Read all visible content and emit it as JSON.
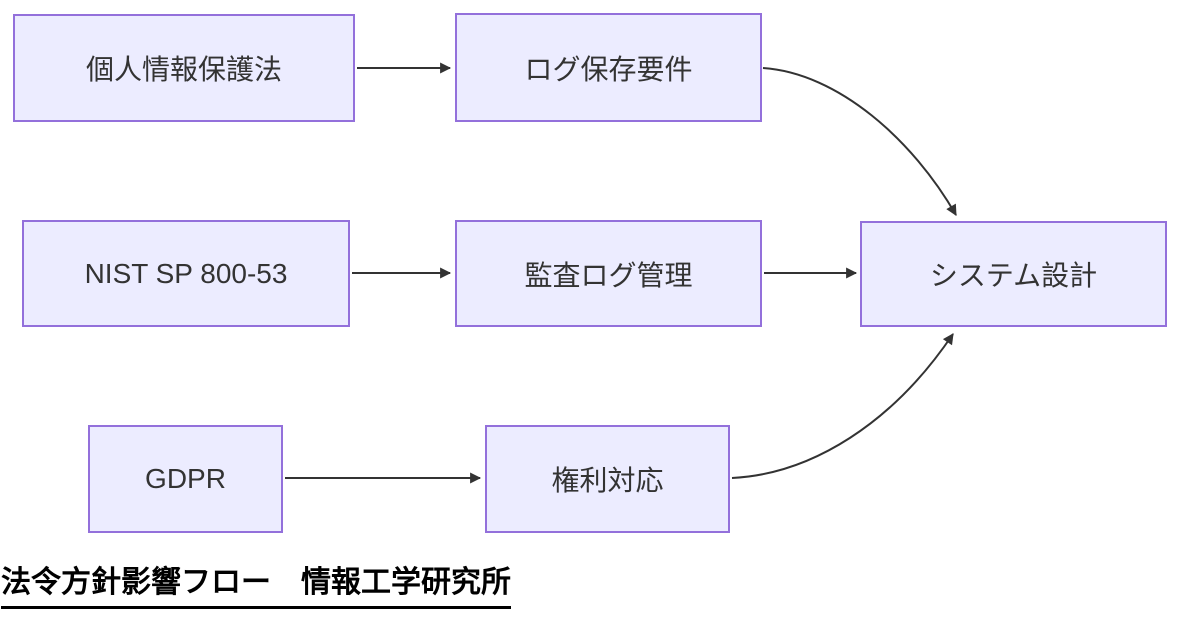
{
  "page": {
    "background": "#ffffff"
  },
  "diagram": {
    "type": "flowchart",
    "direction": "left-to-right",
    "colors": {
      "node_fill": "#ECECFF",
      "node_border": "#9370DB",
      "edge": "#333333",
      "node_text": "#333333",
      "caption_text": "#000000"
    },
    "nodes": [
      {
        "id": "personal-info-law",
        "label": "個人情報保護法"
      },
      {
        "id": "log-retention-requirements",
        "label": "ログ保存要件"
      },
      {
        "id": "nist-sp-800-53",
        "label": "NIST SP 800-53"
      },
      {
        "id": "audit-log-management",
        "label": "監査ログ管理"
      },
      {
        "id": "system-design",
        "label": "システム設計"
      },
      {
        "id": "gdpr",
        "label": "GDPR"
      },
      {
        "id": "rights-response",
        "label": "権利対応"
      }
    ],
    "edges": [
      {
        "from": "個人情報保護法",
        "to": "ログ保存要件"
      },
      {
        "from": "NIST SP 800-53",
        "to": "監査ログ管理"
      },
      {
        "from": "GDPR",
        "to": "権利対応"
      },
      {
        "from": "ログ保存要件",
        "to": "システム設計"
      },
      {
        "from": "監査ログ管理",
        "to": "システム設計"
      },
      {
        "from": "権利対応",
        "to": "システム設計"
      }
    ],
    "caption": "法令方針影響フロー　情報工学研究所"
  }
}
